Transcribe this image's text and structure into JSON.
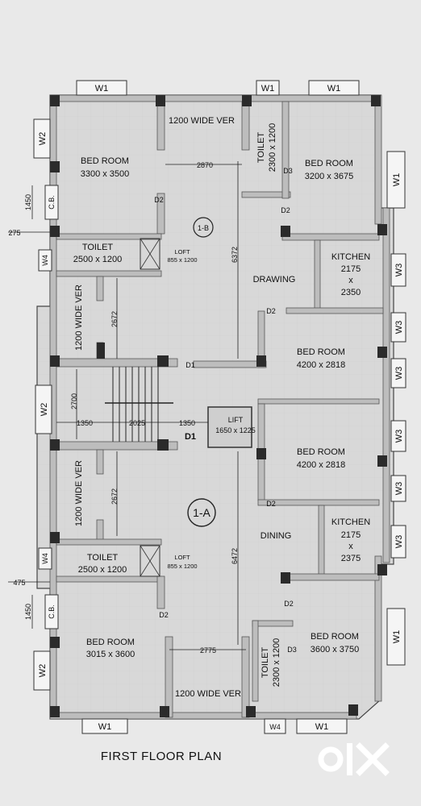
{
  "plan_title": "FIRST FLOOR PLAN",
  "flats": {
    "upper": "1-B",
    "lower": "1-A"
  },
  "rooms": {
    "bed_nw": {
      "name": "BED ROOM",
      "size": "3300 x 3500"
    },
    "bed_ne": {
      "name": "BED ROOM",
      "size": "3200 x 3675"
    },
    "toilet_ne": {
      "name": "TOILET",
      "size": "2300 x 1200"
    },
    "toilet_w_upper": {
      "name": "TOILET",
      "size": "2500 x 1200"
    },
    "loft_upper": {
      "name": "LOFT",
      "size": "855 x 1200"
    },
    "kitchen_upper": {
      "name": "KITCHEN",
      "size1": "2175",
      "x": "x",
      "size2": "2350"
    },
    "drawing": {
      "name": "DRAWING"
    },
    "bed_e_upper": {
      "name": "BED ROOM",
      "size": "4200 x 2818"
    },
    "lift": {
      "name": "LIFT",
      "size": "1650 x 1225"
    },
    "bed_e_lower": {
      "name": "BED ROOM",
      "size": "4200 x 2818"
    },
    "dining": {
      "name": "DINING"
    },
    "kitchen_lower": {
      "name": "KITCHEN",
      "size1": "2175",
      "x": "x",
      "size2": "2375"
    },
    "toilet_w_lower": {
      "name": "TOILET",
      "size": "2500 x 1200"
    },
    "loft_lower": {
      "name": "LOFT",
      "size": "855 x 1200"
    },
    "bed_sw": {
      "name": "BED ROOM",
      "size": "3015 x 3600"
    },
    "bed_se": {
      "name": "BED ROOM",
      "size": "3600 x 3750"
    },
    "toilet_se": {
      "name": "TOILET",
      "size": "2300 x 1200"
    },
    "ver_top": {
      "name": "1200 WIDE VER"
    },
    "ver_bottom": {
      "name": "1200 WIDE VER"
    },
    "ver_w_upper": {
      "name": "1200 WIDE VER"
    },
    "ver_w_lower": {
      "name": "1200 WIDE VER"
    },
    "cb_upper": {
      "name": "C.B."
    },
    "cb_lower": {
      "name": "C.B."
    }
  },
  "dimensions": {
    "d_2870": "2870",
    "d_6372": "6372",
    "d_2672_upper": "2672",
    "d_2700": "2700",
    "d_1350_left": "1350",
    "d_2025": "2025",
    "d_1350_right": "1350",
    "d_2672_lower": "2672",
    "d_6472": "6472",
    "d_2775": "2775",
    "d_1450_upper": "1450",
    "d_275": "275",
    "d_475": "475",
    "d_1450_lower": "1450"
  },
  "doors": {
    "d2_nw": "D2",
    "d3_ne": "D3",
    "d2_ne": "D2",
    "d2_drawing": "D2",
    "d1_stair": "D1",
    "d1_main": "D1",
    "d2_dining": "D2",
    "d2_sw": "D2",
    "d2_se": "D2",
    "d3_se": "D3"
  },
  "windows": {
    "w1_top_left": "W1",
    "w1_top_mid": "W1",
    "w1_top_right": "W1",
    "w2_left_upper": "W2",
    "w4_left_upper": "W4",
    "w2_left_mid": "W2",
    "w4_left_lower": "W4",
    "w2_left_lower": "W2",
    "w1_right_upper": "W1",
    "w3_r1": "W3",
    "w3_r2": "W3",
    "w3_r3": "W3",
    "w3_r4": "W3",
    "w3_r5": "W3",
    "w3_r6": "W3",
    "w1_right_lower": "W1",
    "w1_bottom_left": "W1",
    "w4_bottom": "W4",
    "w1_bottom_right": "W1"
  },
  "watermark": {
    "text": "OLX",
    "colors": {
      "o": "#ffffff",
      "l": "#ffffff",
      "x": "#ffffff"
    }
  }
}
